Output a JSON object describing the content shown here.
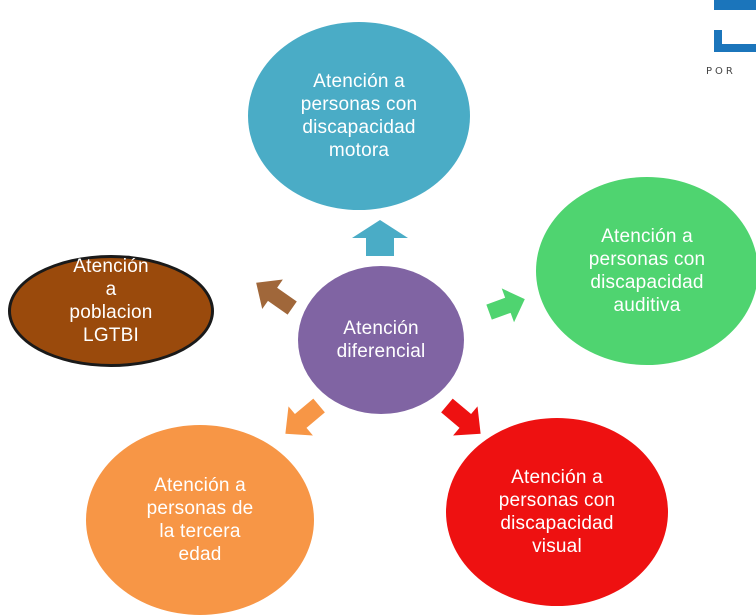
{
  "diagram": {
    "center": {
      "label": "Atención\ndiferencial",
      "color": "#8064a3"
    },
    "nodes": [
      {
        "id": "motora",
        "label": "Atención a\npersonas con\ndiscapacidad\nmotora",
        "color": "#4aacc6"
      },
      {
        "id": "auditiva",
        "label": "Atención a\npersonas con\ndiscapacidad\nauditiva",
        "color": "#4fd470"
      },
      {
        "id": "visual",
        "label": "Atención a\npersonas con\ndiscapacidad\nvisual",
        "color": "#ee1111"
      },
      {
        "id": "tercera",
        "label": "Atención a\npersonas de\nla tercera\nedad",
        "color": "#f79646"
      },
      {
        "id": "lgtbi",
        "label": "Atención\na\npoblacion\nLGTBI",
        "color": "#9a4a0c"
      }
    ]
  },
  "logo": {
    "text": "POR",
    "color": "#1b75bb"
  }
}
